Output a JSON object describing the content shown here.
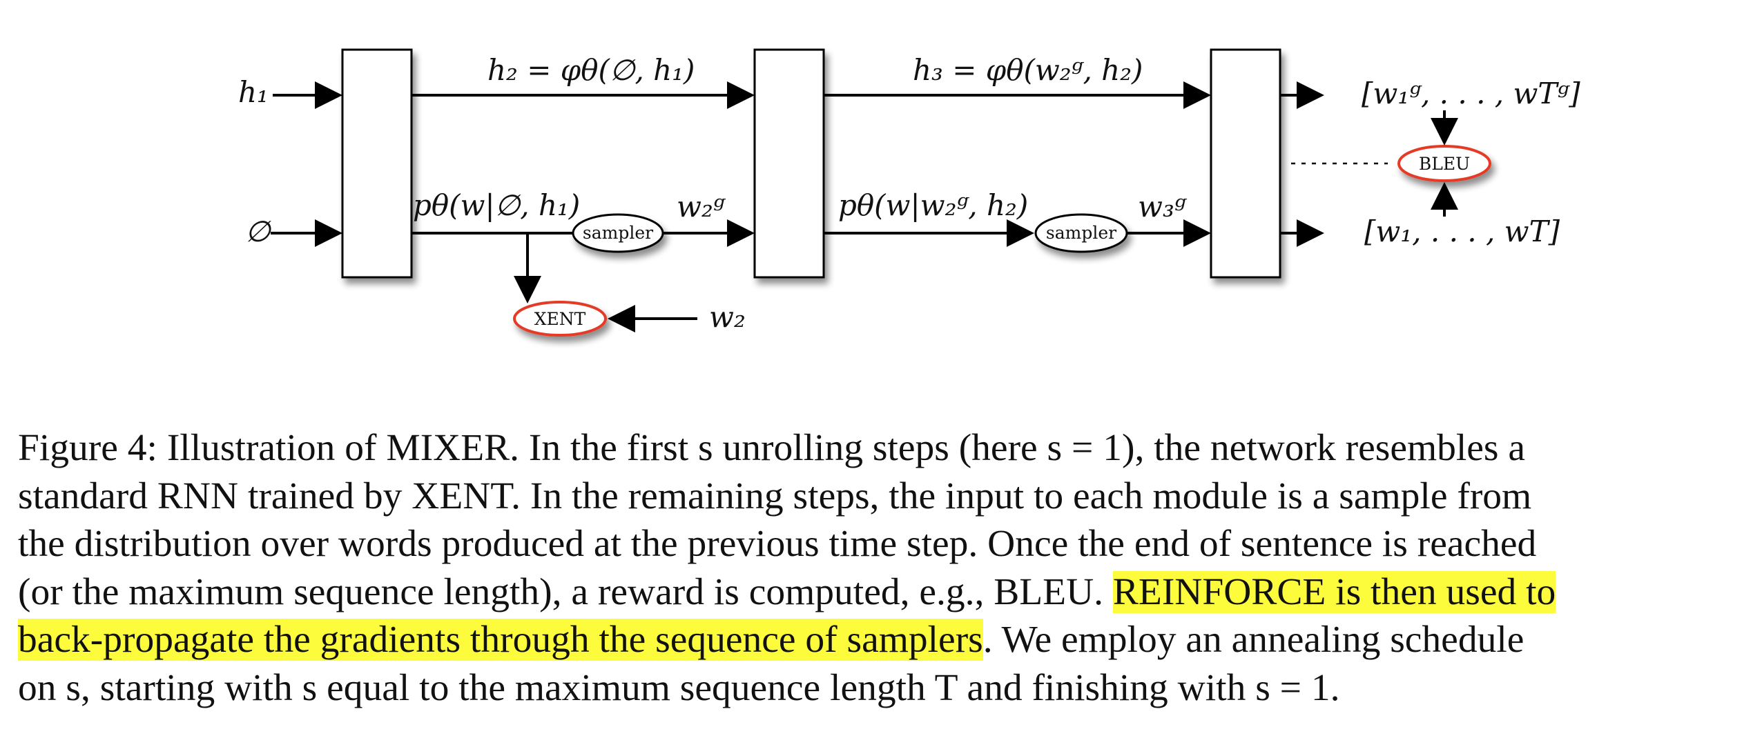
{
  "diagram": {
    "top_label_1": "h₂ = φθ(∅, h₁)",
    "top_label_2": "h₃ = φθ(w₂ᵍ, h₂)",
    "input_h1": "h₁",
    "input_empty": "∅",
    "prob_label_1": "pθ(w|∅, h₁)",
    "prob_label_2": "pθ(w|w₂ᵍ, h₂)",
    "sampler_1": "sampler",
    "sampler_2": "sampler",
    "sample_out_1": "w₂ᵍ",
    "sample_out_2": "w₃ᵍ",
    "xent": "XENT",
    "target_w2": "w₂",
    "bleu": "BLEU",
    "output_generated": "[w₁ᵍ, . . . , wTᵍ]",
    "output_reference": "[w₁, . . . , wT]"
  },
  "caption": {
    "line1": "Figure 4: Illustration of MIXER. In the first s unrolling steps (here s = 1), the network resembles a",
    "line2": "standard RNN trained by XENT. In the remaining steps, the input to each module is a sample from",
    "line3": "the distribution over words produced at the previous time step. Once the end of sentence is reached",
    "line4_plain": "(or the maximum sequence length), a reward is computed, e.g., BLEU.",
    "line4_highlight": "REINFORCE is then used to",
    "line5_highlight": "back-propagate the gradients through the sequence of samplers",
    "line5_plain": ". We employ an annealing schedule",
    "line6": "on s, starting with s equal to the maximum sequence length T and finishing with s = 1."
  }
}
